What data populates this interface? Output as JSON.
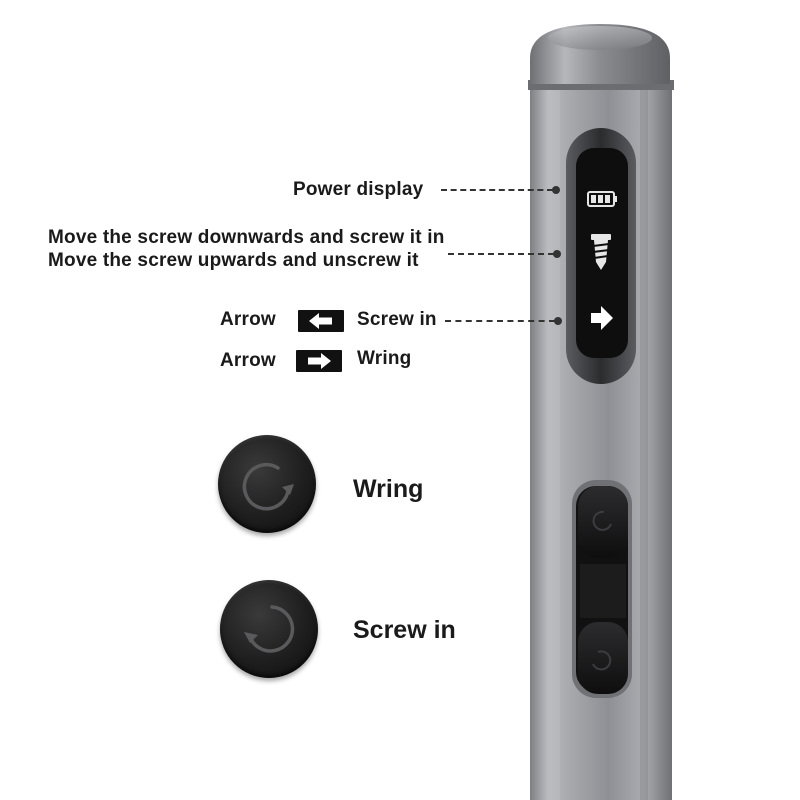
{
  "callouts": {
    "power_display": "Power display",
    "screw_down_line1": "Move the screw downwards and screw it in",
    "screw_down_line2": "Move the screw upwards and unscrew it",
    "arrow_left_prefix": "Arrow",
    "arrow_left_meaning": "Screw in",
    "arrow_right_prefix": "Arrow",
    "arrow_right_meaning": "Wring"
  },
  "buttons": {
    "wring_label": "Wring",
    "screw_in_label": "Screw in"
  },
  "icons": {
    "battery": "battery-icon",
    "screw": "screw-icon",
    "arrow_right": "arrow-right-icon",
    "arrow_left": "arrow-left-icon",
    "rotate_ccw": "rotate-ccw-icon",
    "rotate_cw": "rotate-cw-icon"
  },
  "colors": {
    "body_metal": "#9a9ca0",
    "display_panel": "#111111",
    "button_black": "#1a1a1a",
    "label_text": "#1a1a1a"
  }
}
